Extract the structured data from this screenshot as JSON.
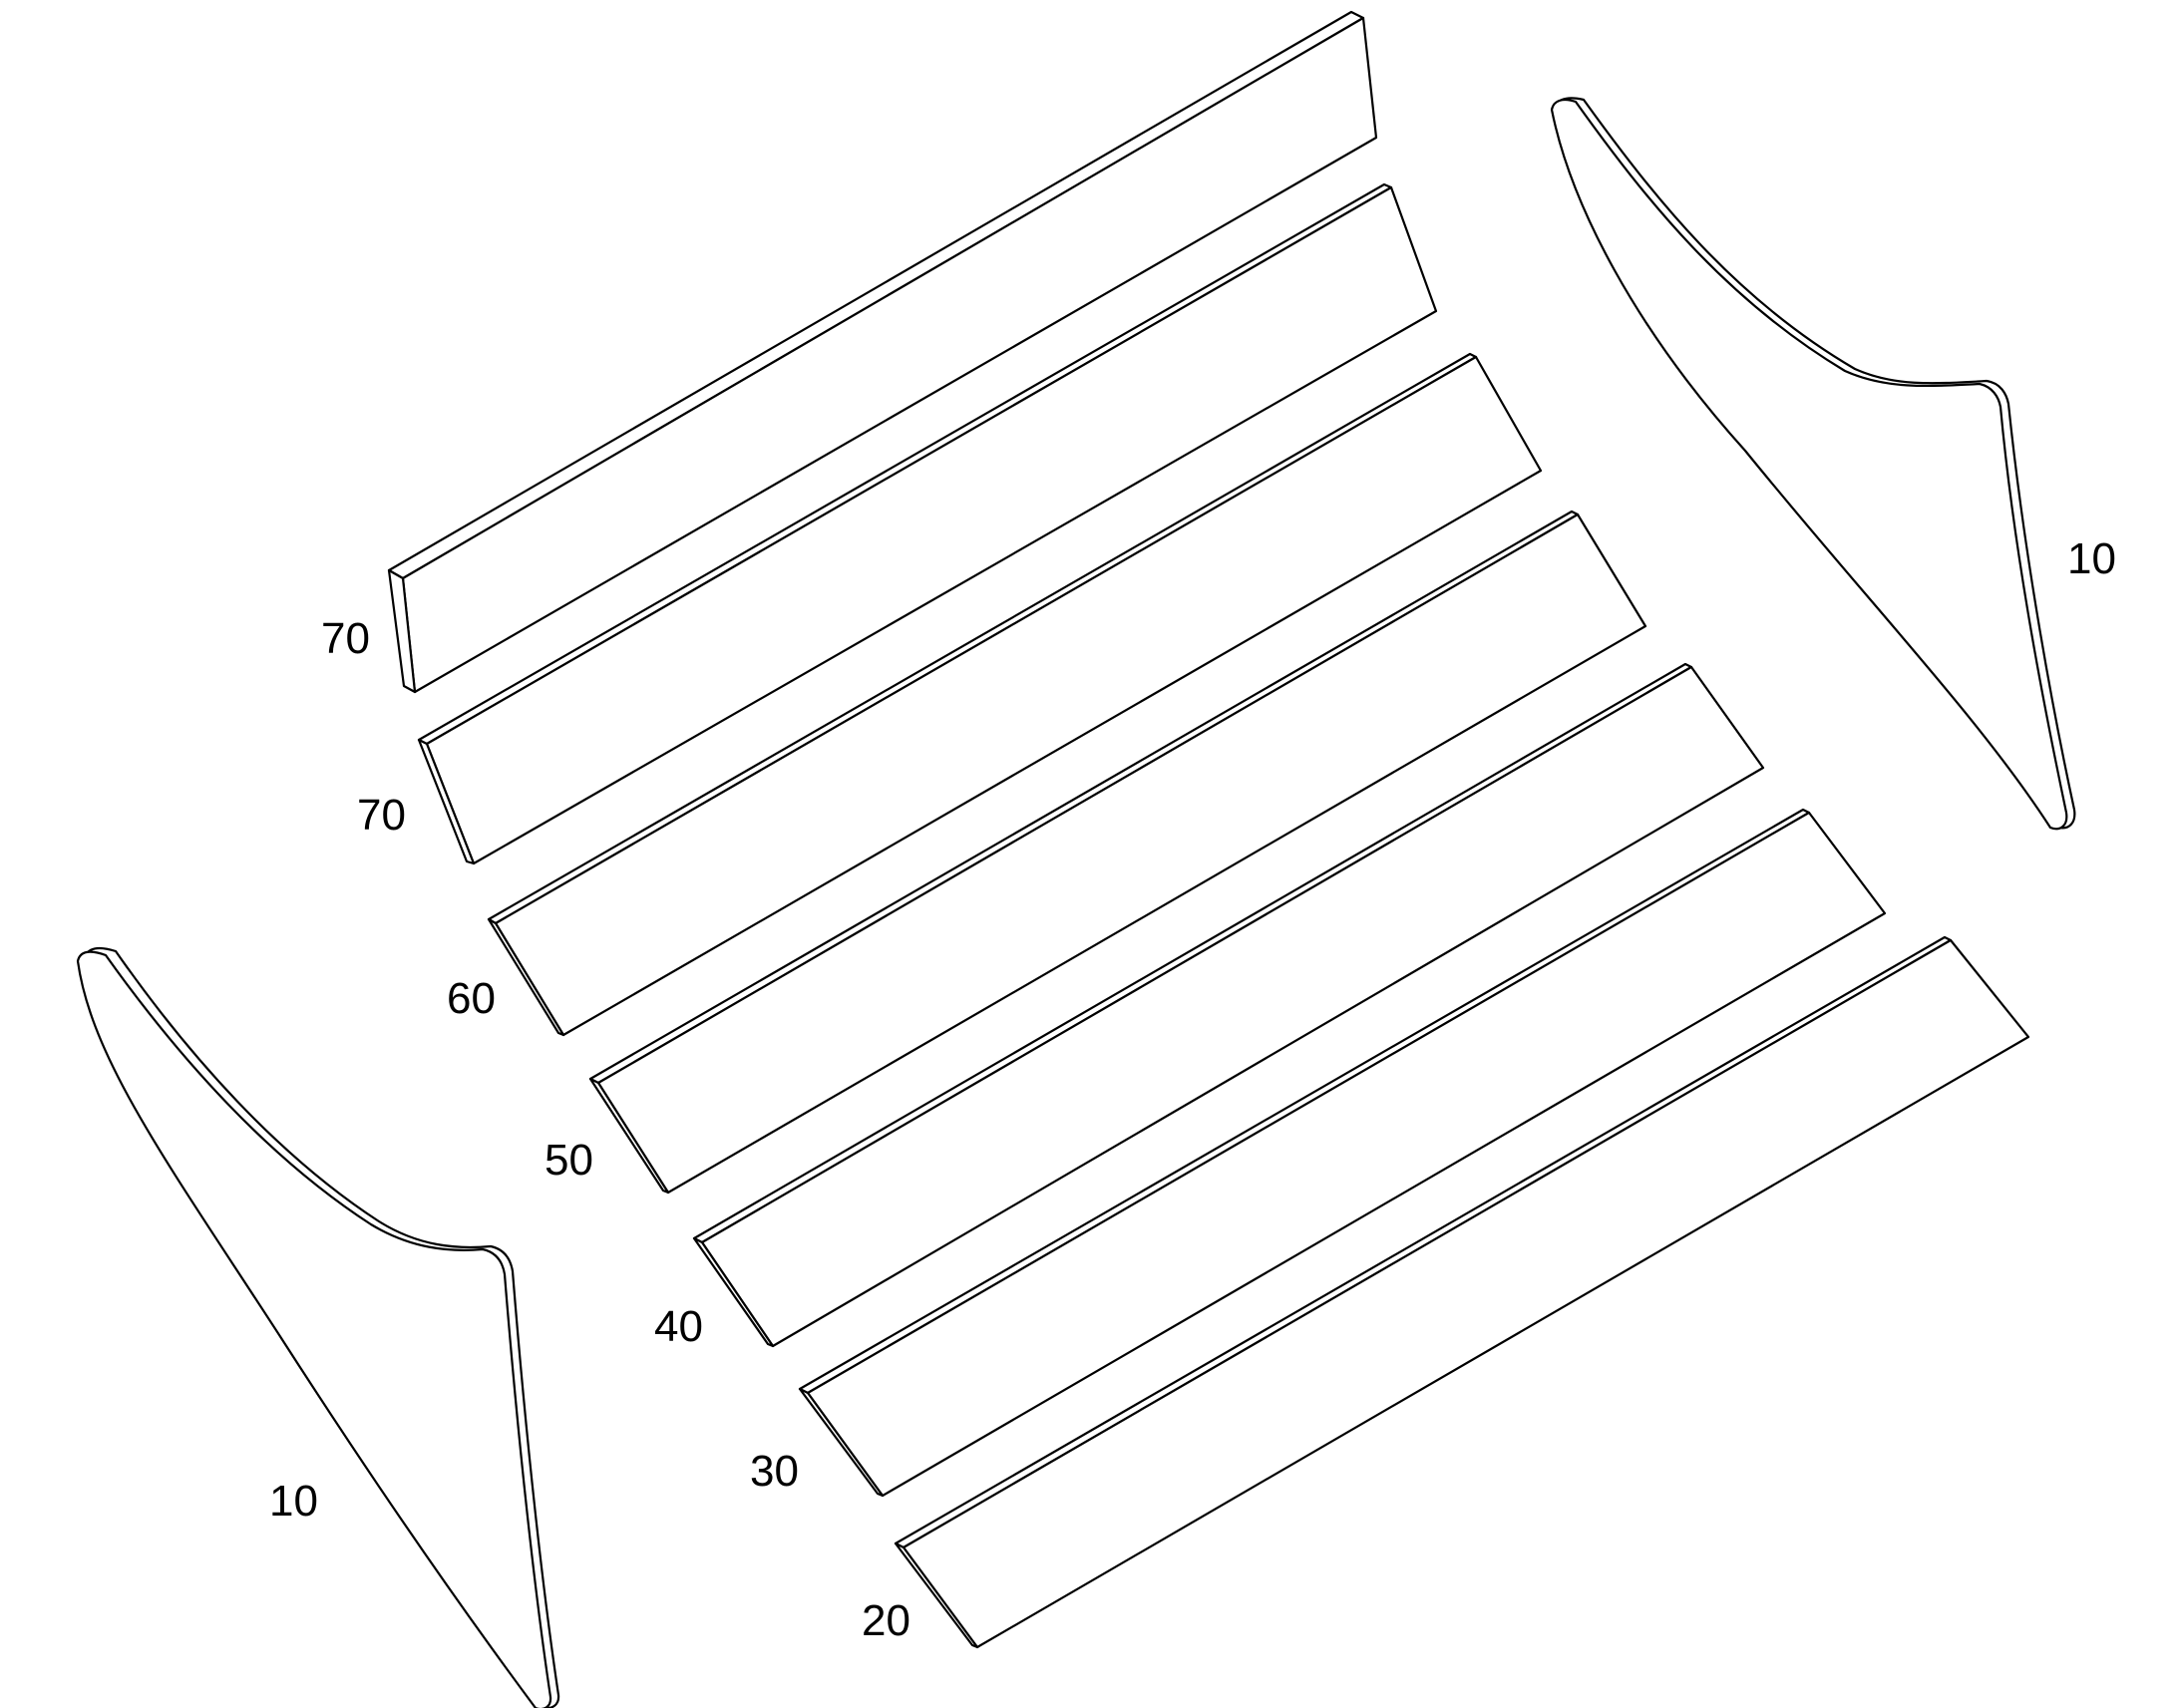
{
  "figure": {
    "labels": {
      "side_panel_right": "10",
      "side_panel_left": "10",
      "slat_top": "70",
      "slat_second": "70",
      "slat_60": "60",
      "slat_50": "50",
      "slat_40": "40",
      "slat_30": "30",
      "slat_20": "20"
    },
    "colors": {
      "line": "#000000",
      "background": "#ffffff"
    }
  }
}
